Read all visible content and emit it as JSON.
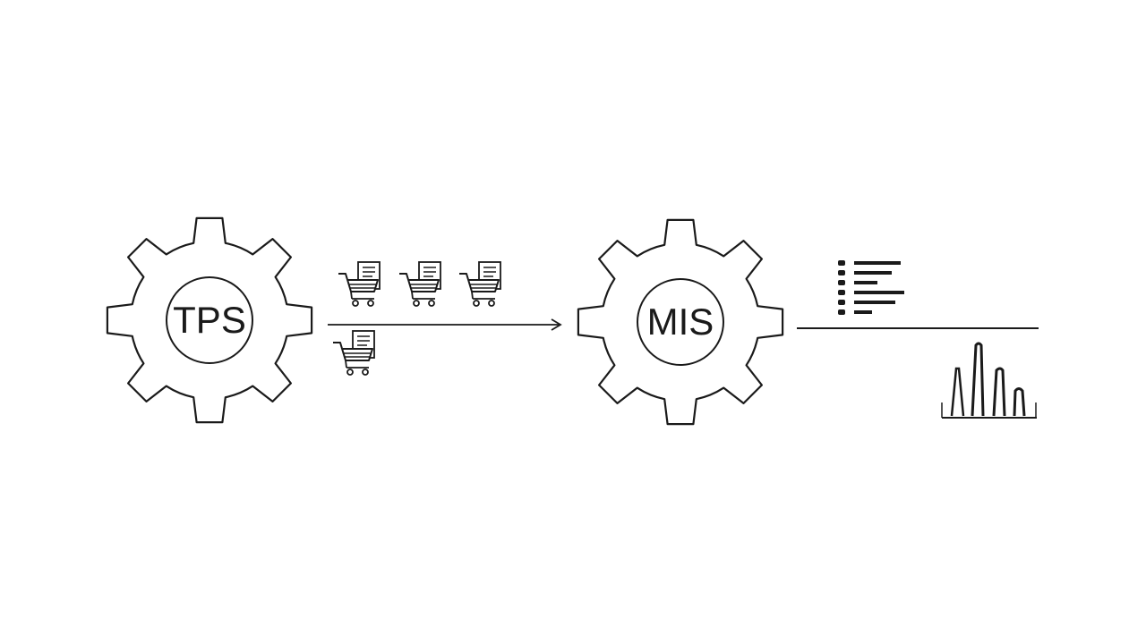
{
  "diagram": {
    "nodes": [
      {
        "id": "tps",
        "label": "TPS"
      },
      {
        "id": "mis",
        "label": "MIS"
      }
    ],
    "edges": [
      {
        "from": "tps",
        "to": "mis",
        "style": "arrow"
      }
    ],
    "flow_icons": [
      "shopping-cart-icon",
      "receipt-icon"
    ],
    "outputs": [
      "report-list-icon",
      "bar-chart-icon"
    ],
    "colors": {
      "stroke": "#1a1a1a",
      "background": "#ffffff"
    }
  }
}
